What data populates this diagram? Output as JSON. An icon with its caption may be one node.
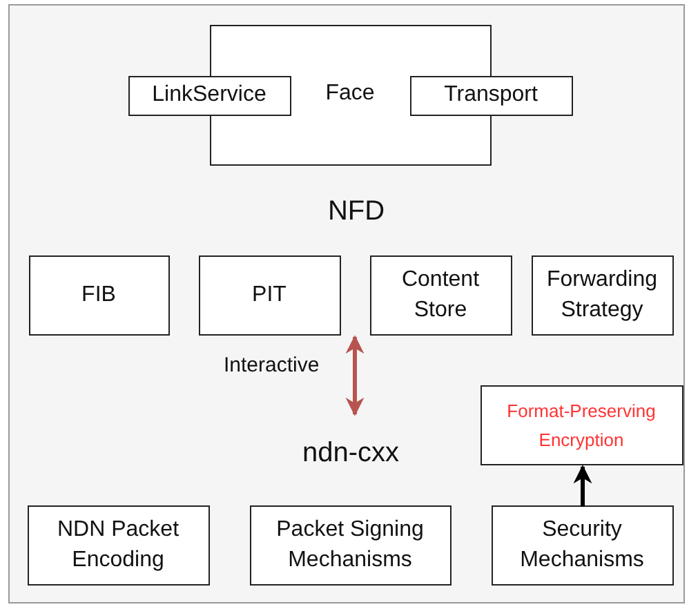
{
  "diagram": {
    "nodes": [
      {
        "text": [
          "NFD"
        ]
      },
      {
        "text": [
          "Face"
        ],
        "in": 0
      },
      {
        "text": [
          "LinkService"
        ],
        "in": 0
      },
      {
        "text": [
          "Transport"
        ],
        "in": 0
      },
      {
        "text": [
          "FIB"
        ],
        "in": 0
      },
      {
        "text": [
          "PIT"
        ],
        "in": 0
      },
      {
        "text": [
          "Content Store"
        ],
        "in": 0
      },
      {
        "text": [
          "Forwarding Strategy"
        ],
        "in": 0
      },
      {
        "text": [
          "ndn-cxx"
        ]
      },
      {
        "text": [
          "Format-Preserving Encryption"
        ],
        "in": 8
      },
      {
        "text": [
          "NDN Packet Encoding"
        ],
        "in": 8
      },
      {
        "text": [
          "Packet Signing Mechanisms"
        ],
        "in": 8
      },
      {
        "text": [
          "Security Mechanisms"
        ],
        "in": 8
      }
    ],
    "edges": [
      {
        "from": 0,
        "to": 8,
        "arrow": "both",
        "label": "Interactive",
        "color": "#b85450"
      },
      {
        "from": 12,
        "to": 9,
        "arrow": "to",
        "color": "#000000"
      }
    ]
  }
}
